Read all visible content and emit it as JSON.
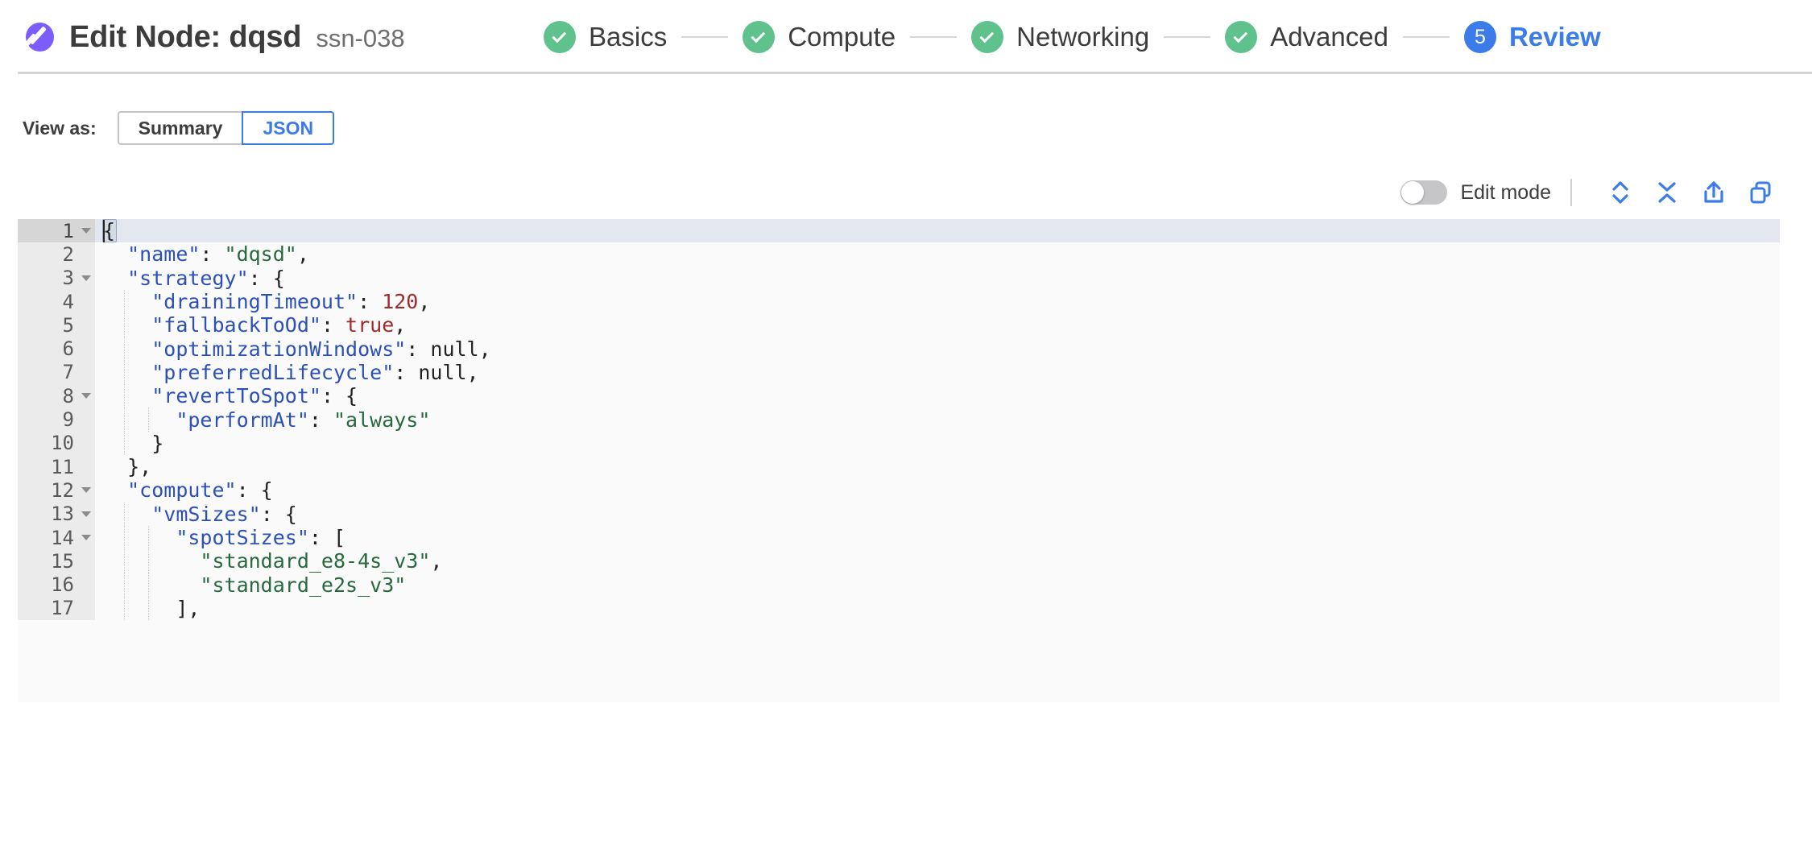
{
  "header": {
    "logo_name": "spot-comet-logo",
    "title": "Edit Node: dqsd",
    "subtitle": "ssn-038",
    "brand_color": "#7c5cfc"
  },
  "stepper": {
    "done_color": "#5fc18c",
    "active_color": "#3b7ce8",
    "steps": [
      {
        "label": "Basics",
        "state": "done",
        "number": "1",
        "glyph": "check"
      },
      {
        "label": "Compute",
        "state": "done",
        "number": "2",
        "glyph": "check"
      },
      {
        "label": "Networking",
        "state": "done",
        "number": "3",
        "glyph": "check"
      },
      {
        "label": "Advanced",
        "state": "done",
        "number": "4",
        "glyph": "check"
      },
      {
        "label": "Review",
        "state": "active",
        "number": "5",
        "glyph": "number"
      }
    ]
  },
  "view_as": {
    "label": "View as:",
    "options": [
      {
        "label": "Summary",
        "selected": false
      },
      {
        "label": "JSON",
        "selected": true
      }
    ]
  },
  "editor_toolbar": {
    "edit_mode_label": "Edit mode",
    "edit_mode_on": false,
    "icon_color": "#3b7ce8",
    "actions": [
      {
        "name": "expand-all-icon",
        "title": "Expand all"
      },
      {
        "name": "collapse-all-icon",
        "title": "Collapse all"
      },
      {
        "name": "share-icon",
        "title": "Share"
      },
      {
        "name": "copy-icon",
        "title": "Copy"
      }
    ]
  },
  "json_editor": {
    "current_line": 1,
    "colors": {
      "key": "#2b50b8",
      "string": "#27693d",
      "number": "#9e2b2b",
      "punctuation": "#222222",
      "gutter_bg": "#ebebeb",
      "editor_bg": "#fafafa",
      "active_line_bg": "#e2e7f0"
    },
    "lines": [
      {
        "no": "1",
        "fold": true,
        "indent": 0,
        "tokens": [
          {
            "t": "p",
            "v": "{"
          }
        ]
      },
      {
        "no": "2",
        "fold": false,
        "indent": 1,
        "tokens": [
          {
            "t": "k",
            "v": "\"name\""
          },
          {
            "t": "p",
            "v": ": "
          },
          {
            "t": "s",
            "v": "\"dqsd\""
          },
          {
            "t": "p",
            "v": ","
          }
        ]
      },
      {
        "no": "3",
        "fold": true,
        "indent": 1,
        "tokens": [
          {
            "t": "k",
            "v": "\"strategy\""
          },
          {
            "t": "p",
            "v": ": {"
          }
        ]
      },
      {
        "no": "4",
        "fold": false,
        "indent": 2,
        "tokens": [
          {
            "t": "k",
            "v": "\"drainingTimeout\""
          },
          {
            "t": "p",
            "v": ": "
          },
          {
            "t": "n",
            "v": "120"
          },
          {
            "t": "p",
            "v": ","
          }
        ]
      },
      {
        "no": "5",
        "fold": false,
        "indent": 2,
        "tokens": [
          {
            "t": "k",
            "v": "\"fallbackToOd\""
          },
          {
            "t": "p",
            "v": ": "
          },
          {
            "t": "n",
            "v": "true"
          },
          {
            "t": "p",
            "v": ","
          }
        ]
      },
      {
        "no": "6",
        "fold": false,
        "indent": 2,
        "tokens": [
          {
            "t": "k",
            "v": "\"optimizationWindows\""
          },
          {
            "t": "p",
            "v": ": null,"
          }
        ]
      },
      {
        "no": "7",
        "fold": false,
        "indent": 2,
        "tokens": [
          {
            "t": "k",
            "v": "\"preferredLifecycle\""
          },
          {
            "t": "p",
            "v": ": null,"
          }
        ]
      },
      {
        "no": "8",
        "fold": true,
        "indent": 2,
        "tokens": [
          {
            "t": "k",
            "v": "\"revertToSpot\""
          },
          {
            "t": "p",
            "v": ": {"
          }
        ]
      },
      {
        "no": "9",
        "fold": false,
        "indent": 3,
        "tokens": [
          {
            "t": "k",
            "v": "\"performAt\""
          },
          {
            "t": "p",
            "v": ": "
          },
          {
            "t": "s",
            "v": "\"always\""
          }
        ]
      },
      {
        "no": "10",
        "fold": false,
        "indent": 2,
        "tokens": [
          {
            "t": "p",
            "v": "}"
          }
        ]
      },
      {
        "no": "11",
        "fold": false,
        "indent": 1,
        "tokens": [
          {
            "t": "p",
            "v": "},"
          }
        ]
      },
      {
        "no": "12",
        "fold": true,
        "indent": 1,
        "tokens": [
          {
            "t": "k",
            "v": "\"compute\""
          },
          {
            "t": "p",
            "v": ": {"
          }
        ]
      },
      {
        "no": "13",
        "fold": true,
        "indent": 2,
        "tokens": [
          {
            "t": "k",
            "v": "\"vmSizes\""
          },
          {
            "t": "p",
            "v": ": {"
          }
        ]
      },
      {
        "no": "14",
        "fold": true,
        "indent": 3,
        "tokens": [
          {
            "t": "k",
            "v": "\"spotSizes\""
          },
          {
            "t": "p",
            "v": ": ["
          }
        ]
      },
      {
        "no": "15",
        "fold": false,
        "indent": 4,
        "tokens": [
          {
            "t": "s",
            "v": "\"standard_e8-4s_v3\""
          },
          {
            "t": "p",
            "v": ","
          }
        ]
      },
      {
        "no": "16",
        "fold": false,
        "indent": 4,
        "tokens": [
          {
            "t": "s",
            "v": "\"standard_e2s_v3\""
          }
        ]
      },
      {
        "no": "17",
        "fold": false,
        "indent": 3,
        "tokens": [
          {
            "t": "p",
            "v": "],"
          }
        ]
      }
    ]
  }
}
